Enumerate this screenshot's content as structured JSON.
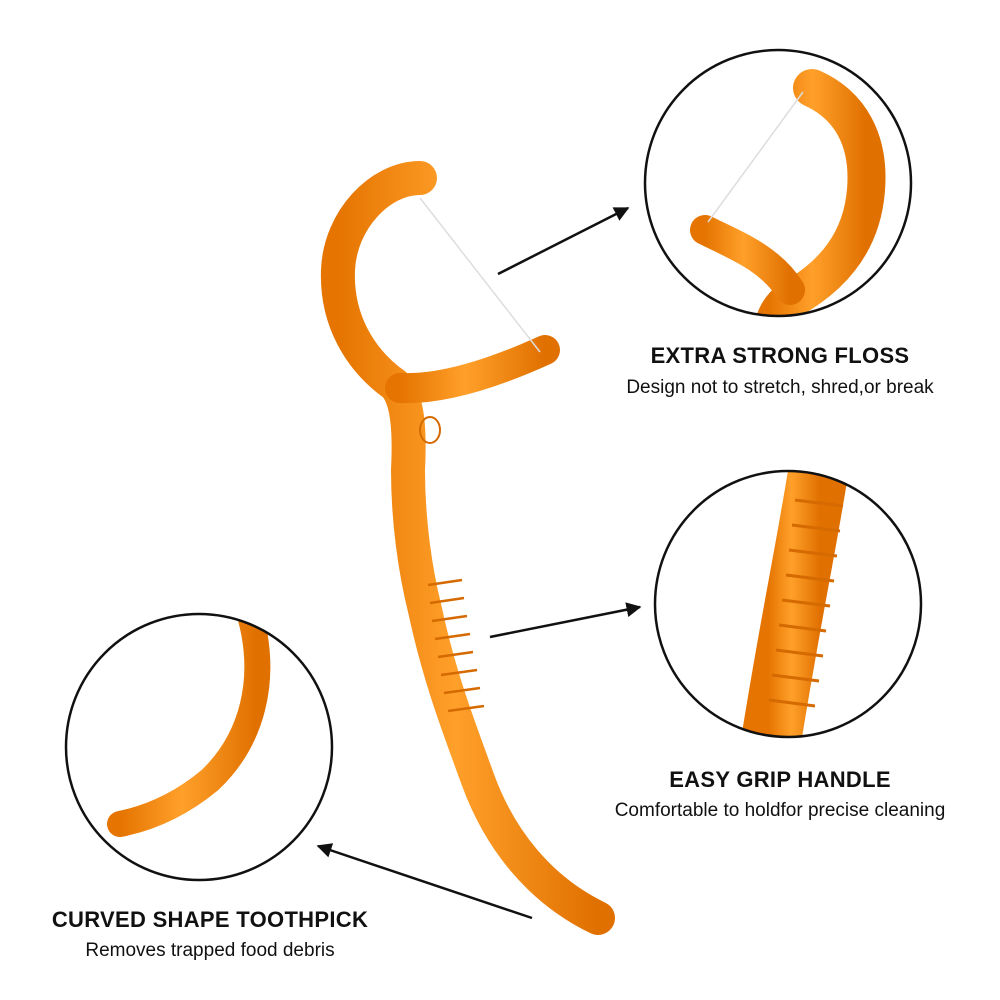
{
  "features": [
    {
      "title": "EXTRA STRONG FLOSS",
      "subtitle": "Design not to stretch, shred,or break"
    },
    {
      "title": "EASY GRIP HANDLE",
      "subtitle": "Comfortable to holdfor precise cleaning"
    },
    {
      "title": "CURVED SHAPE TOOTHPICK",
      "subtitle": "Removes trapped food debris"
    }
  ],
  "colors": {
    "pick_orange": "#f5880a",
    "pick_orange_light": "#ffae3f",
    "pick_orange_dark": "#d86e00",
    "outline": "#111111",
    "text": "#111111",
    "background": "#ffffff"
  }
}
